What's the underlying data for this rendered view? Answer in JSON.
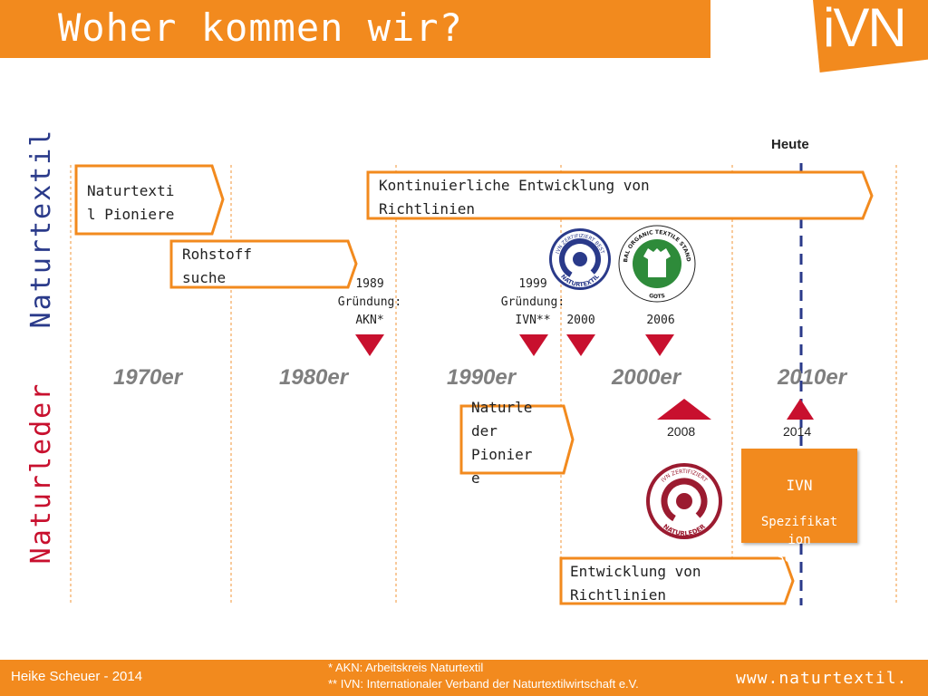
{
  "header": {
    "title": "Woher kommen wir?",
    "logo_text": "iVN"
  },
  "side_labels": {
    "naturtextil": "Naturtextil",
    "naturleder": "Naturleder"
  },
  "today_label": "Heute",
  "naturtextil": {
    "boxes": [
      {
        "text": "Naturtexti\nl Pioniere"
      },
      {
        "text": "Kontinuierliche Entwicklung von\nRichtlinien"
      },
      {
        "text": "Rohstoff\nsuche"
      }
    ],
    "year_notes": [
      {
        "text": "1989\nGründung:\nAKN*"
      },
      {
        "text": "1999\nGründung:\nIVN**"
      },
      {
        "text": "2000"
      },
      {
        "text": "2006"
      }
    ]
  },
  "decades": [
    "1970er",
    "1980er",
    "1990er",
    "2000er",
    "2010er"
  ],
  "naturleder": {
    "box_pioneers": "Naturle\nder\nPionier\ne",
    "year_2008": "2008",
    "year_2014": "2014",
    "spec_head": "IVN",
    "spec_body": "Spezifikat\nion\nSchuhe",
    "box_guidelines": "Entwicklung von\nRichtlinien"
  },
  "seals": {
    "ivn_best_top": "IVN ZERTIFIZIERT BEST",
    "ivn_best_bottom": "NATURTEXTIL",
    "gots_top": "GLOBAL ORGANIC TEXTILE STANDARD",
    "gots_bottom": "GOTS",
    "ivn_leder_top": "IVN ZERTIFIZIERT",
    "ivn_leder_bottom": "NATURLEDER"
  },
  "footer": {
    "author": "Heike Scheuer - 2014",
    "note1": "* AKN: Arbeitskreis Naturtextil",
    "note2": "** IVN: Internationaler Verband der Naturtextilwirtschaft e.V.",
    "url": "www.naturtextil."
  },
  "colors": {
    "accent": "#f28a1e",
    "marker": "#c8102e",
    "today_line": "#2a3a8a",
    "decade_text": "#7f7f7f"
  }
}
